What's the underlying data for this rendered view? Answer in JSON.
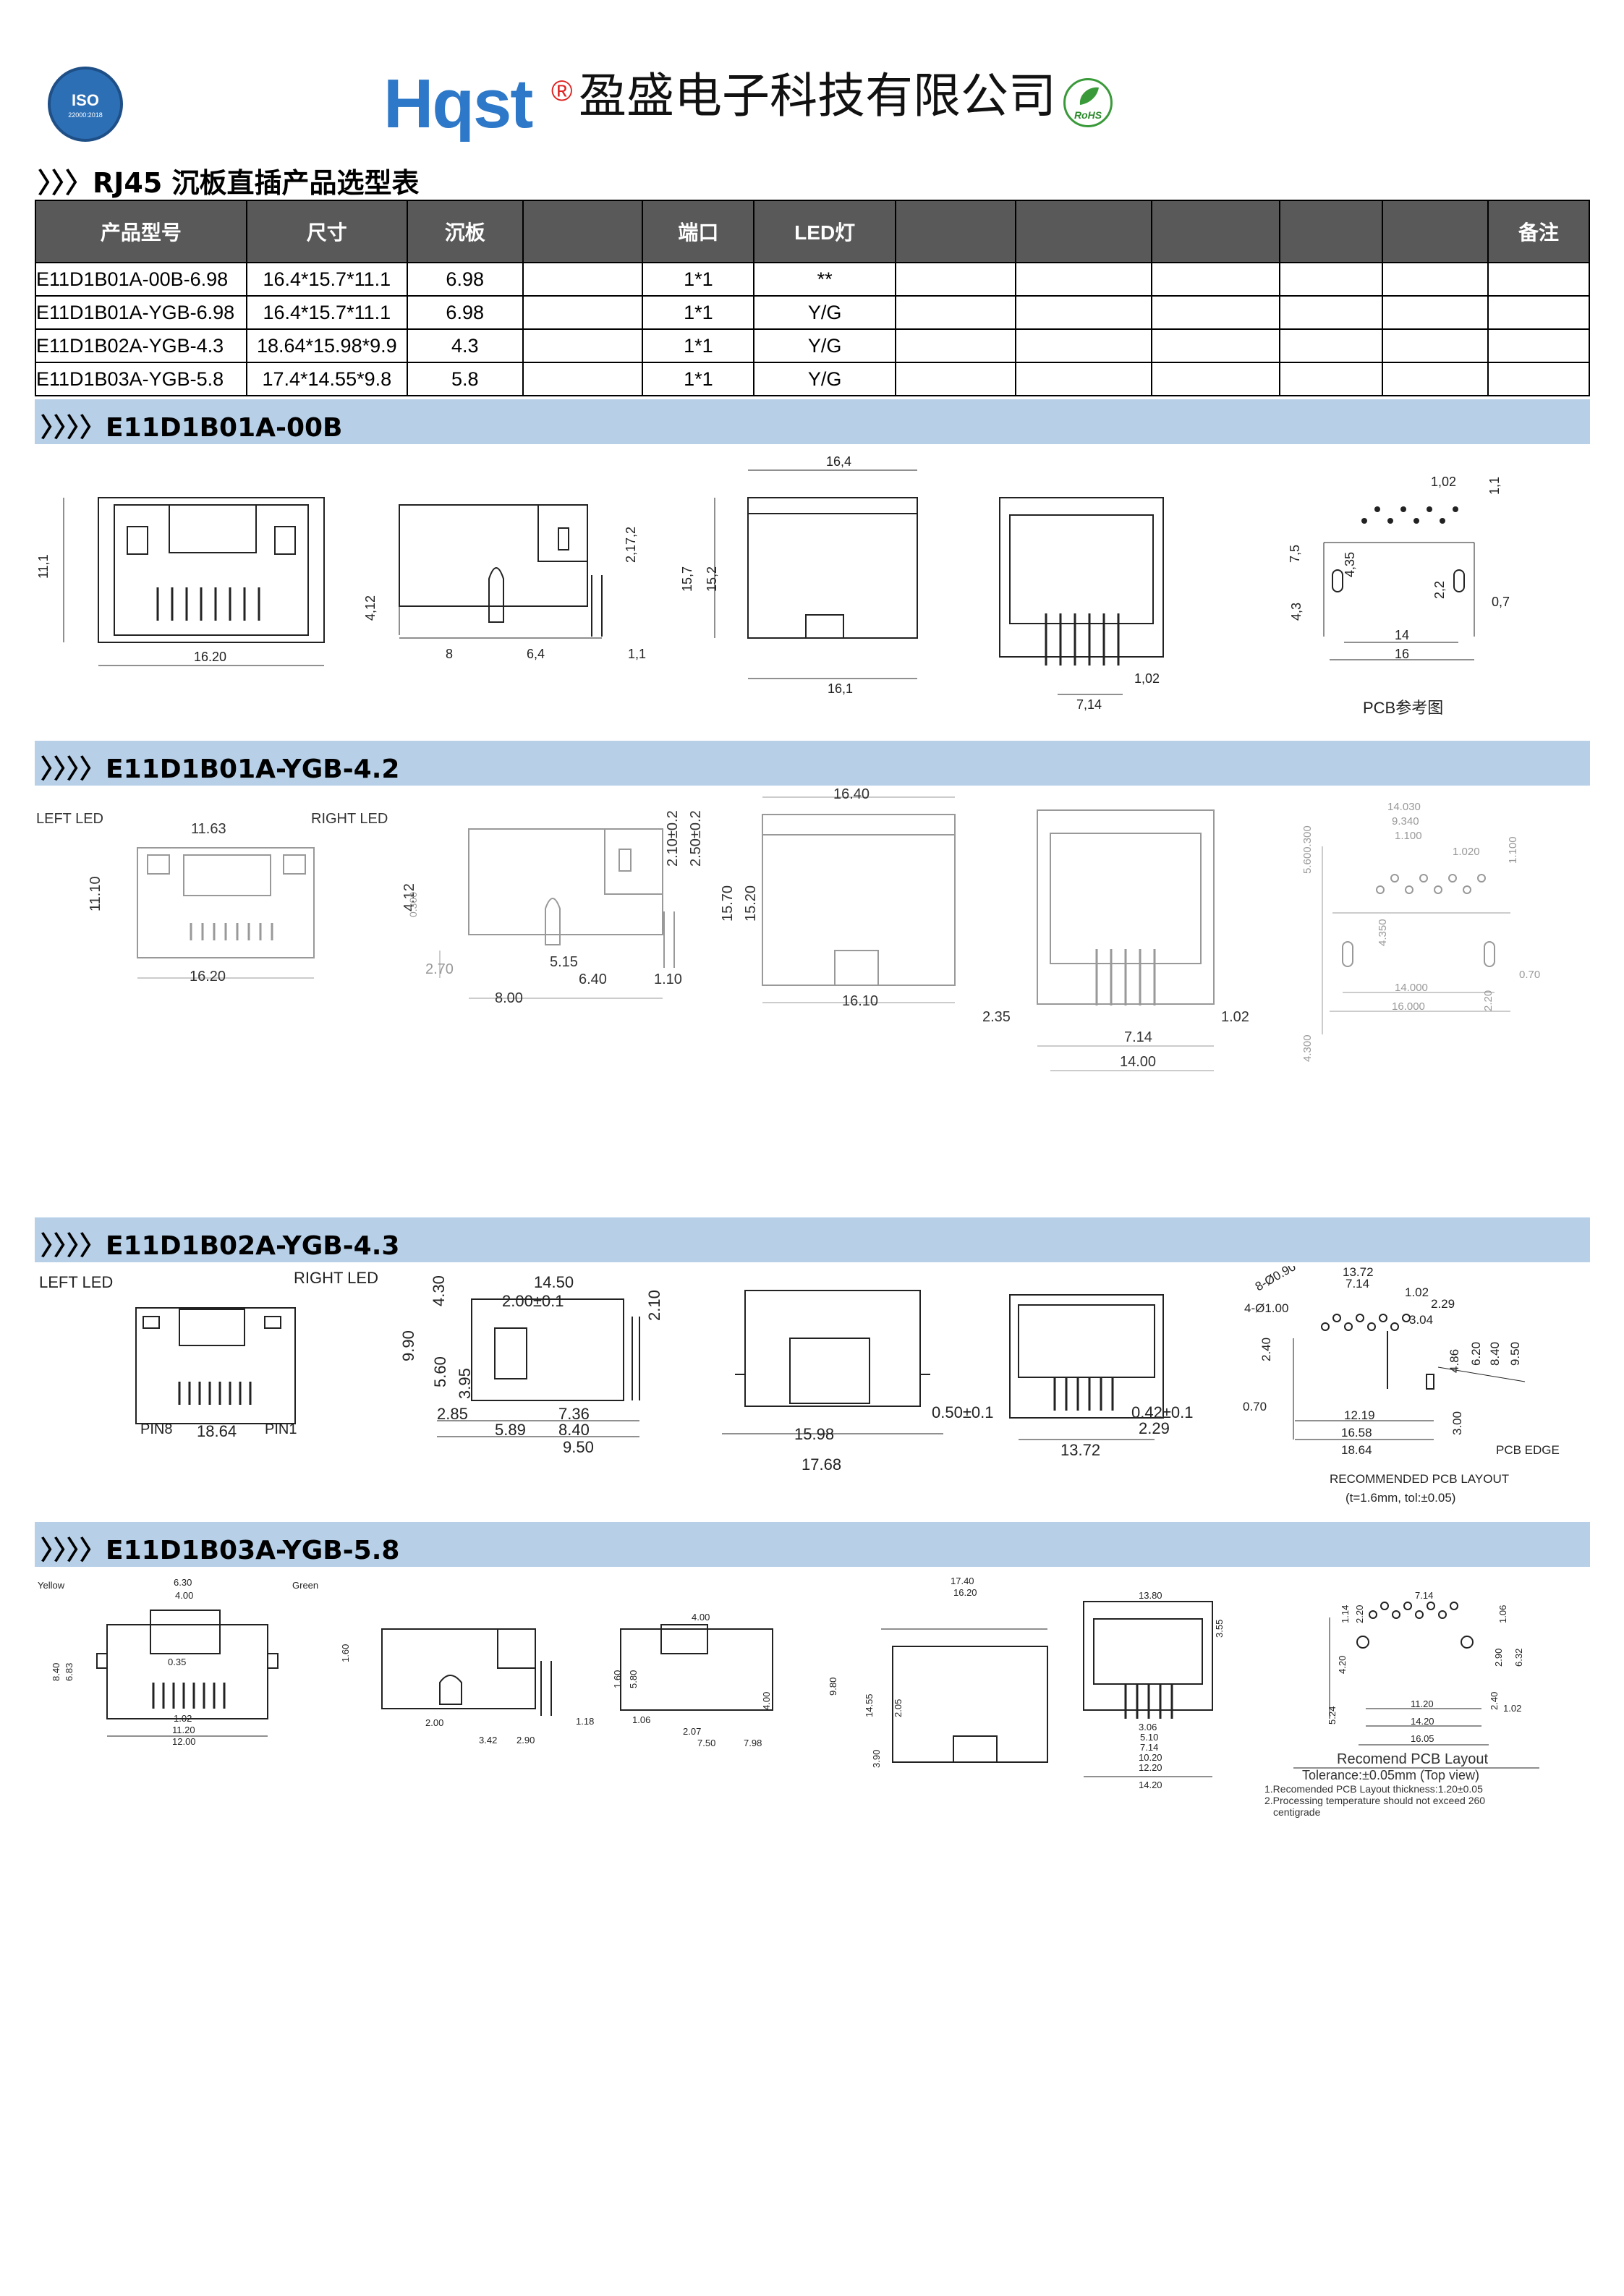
{
  "header": {
    "iso_badge": "ISO",
    "iso_sub": "22000:2018",
    "logo": "Hqst",
    "reg_mark": "®",
    "company": "盈盛电子科技有限公司",
    "rohs": "RoHS"
  },
  "selection_title": "〉〉〉RJ45 沉板直插产品选型表",
  "table": {
    "headers": [
      "产品型号",
      "尺寸",
      "沉板",
      "",
      "端口",
      "LED灯",
      "",
      "",
      "",
      "",
      "",
      "备注"
    ],
    "rows": [
      [
        "E11D1B01A-00B-6.98",
        "16.4*15.7*11.1",
        "6.98",
        "",
        "1*1",
        "**",
        "",
        "",
        "",
        "",
        "",
        ""
      ],
      [
        "E11D1B01A-YGB-6.98",
        "16.4*15.7*11.1",
        "6.98",
        "",
        "1*1",
        "Y/G",
        "",
        "",
        "",
        "",
        "",
        ""
      ],
      [
        "E11D1B02A-YGB-4.3",
        "18.64*15.98*9.9",
        "4.3",
        "",
        "1*1",
        "Y/G",
        "",
        "",
        "",
        "",
        "",
        ""
      ],
      [
        "E11D1B03A-YGB-5.8",
        "17.4*14.55*9.8",
        "5.8",
        "",
        "1*1",
        "Y/G",
        "",
        "",
        "",
        "",
        "",
        ""
      ]
    ]
  },
  "sections": [
    {
      "title": "〉〉〉〉E11D1B01A-00B"
    },
    {
      "title": "〉〉〉〉E11D1B01A-YGB-4.2"
    },
    {
      "title": "〉〉〉〉E11D1B02A-YGB-4.3"
    },
    {
      "title": "〉〉〉〉E11D1B03A-YGB-5.8"
    }
  ],
  "s1": {
    "front": {
      "h": "11,1",
      "w": "16.20",
      "pin": "4,12"
    },
    "side": {
      "a": "8",
      "b": "6,4",
      "c": "1,1",
      "d": "2,17,2"
    },
    "top": {
      "w1": "16,4",
      "h1": "15,7",
      "h2": "15,2",
      "w2": "16,1"
    },
    "back": {
      "a": "7,14",
      "b": "1,02"
    },
    "pcb": {
      "a": "1,02",
      "b": "1,1",
      "c": "7,5",
      "d": "4,35",
      "e": "4,3",
      "f": "2,2",
      "g": "0,7",
      "h": "14",
      "i": "16",
      "label": "PCB参考图"
    }
  },
  "s2": {
    "front": {
      "left": "LEFT  LED",
      "right": "RIGHT  LED",
      "w1": "11.63",
      "h": "11.10",
      "w": "16.20"
    },
    "side": {
      "a": "4.12",
      "b": "2.70",
      "c": "5.15",
      "d": "6.40",
      "e": "1.10",
      "f": "8.00",
      "g": "2.10±0.2",
      "h": "2.50±0.2",
      "i": "0.300"
    },
    "top": {
      "w1": "16.40",
      "h1": "15.70",
      "h2": "15.20",
      "w2": "16.10"
    },
    "back": {
      "a": "2.35",
      "b": "7.14",
      "c": "1.02",
      "d": "14.00"
    },
    "pcb": {
      "a": "14.030",
      "b": "9.340",
      "c": "1.100",
      "d": "1.020",
      "e": "1.100",
      "f": "4.350",
      "g": "5.600.300",
      "h": "14.000",
      "i": "16.000",
      "j": "0.70",
      "k": "4.300",
      "l": "2.20"
    }
  },
  "s3": {
    "front": {
      "left": "LEFT LED",
      "right": "RIGHT LED",
      "pin8": "PIN8",
      "pin1": "PIN1",
      "w": "18.64"
    },
    "side": {
      "a": "14.50",
      "b": "2.00±0.1",
      "c": "4.30",
      "d": "9.90",
      "e": "5.60",
      "f": "3.95",
      "g": "2.85",
      "h": "7.36",
      "i": "5.89",
      "j": "8.40",
      "k": "9.50",
      "l": "2.10"
    },
    "top": {
      "a": "15.98",
      "b": "17.68"
    },
    "back": {
      "a": "0.50±0.1",
      "b": "0.42±0.1",
      "c": "2.29",
      "d": "13.72"
    },
    "pcb": {
      "a": "8-Ø0.90",
      "b": "13.72",
      "c": "7.14",
      "d": "1.02",
      "e": "2.29",
      "f": "4-Ø1.00",
      "g": "3.04",
      "h": "2.40",
      "i": "4.86",
      "j": "6.20",
      "k": "8.40",
      "l": "9.50",
      "m": "0.70",
      "n": "12.19",
      "o": "3.00",
      "p": "16.58",
      "q": "18.64",
      "edge": "PCB EDGE",
      "label": "RECOMMENDED PCB LAYOUT",
      "tol": "(t=1.6mm, tol:±0.05)"
    }
  },
  "s4": {
    "front": {
      "yellow": "Yellow",
      "green": "Green",
      "a": "6.30",
      "b": "4.00",
      "c": "8.40",
      "d": "6.83",
      "e": "0.35",
      "f": "1.02",
      "g": "11.20",
      "h": "12.00"
    },
    "side": {
      "a": "1.60",
      "b": "2.00",
      "c": "1.18",
      "d": "3.42",
      "e": "2.90"
    },
    "side2": {
      "a": "4.00",
      "b": "1.60",
      "c": "5.80",
      "d": "1.06",
      "e": "2.07",
      "f": "7.50",
      "g": "7.98",
      "h": "4.00",
      "i": "9.80"
    },
    "top": {
      "a": "17.40",
      "b": "16.20",
      "c": "14.55",
      "d": "2.05",
      "e": "3.90"
    },
    "back": {
      "a": "13.80",
      "b": "3.55",
      "c": "3.06",
      "d": "5.10",
      "e": "7.14",
      "f": "10.20",
      "g": "12.20",
      "h": "14.20"
    },
    "pcb": {
      "a": "7.14",
      "b": "1.14",
      "c": "2.20",
      "d": "1.06",
      "e": "4.20",
      "f": "5.24",
      "g": "6.32",
      "h": "2.90",
      "i": "11.20",
      "j": "14.20",
      "k": "16.05",
      "l": "1.02",
      "m": "2.40",
      "label": "Recomend PCB Layout",
      "tol": "Tolerance:±0.05mm (Top view)",
      "n1": "1.Recomended PCB Layout thickness:1.20±0.05",
      "n2": "2.Processing temperature should not exceed 260",
      "n3": "centigrade"
    }
  }
}
